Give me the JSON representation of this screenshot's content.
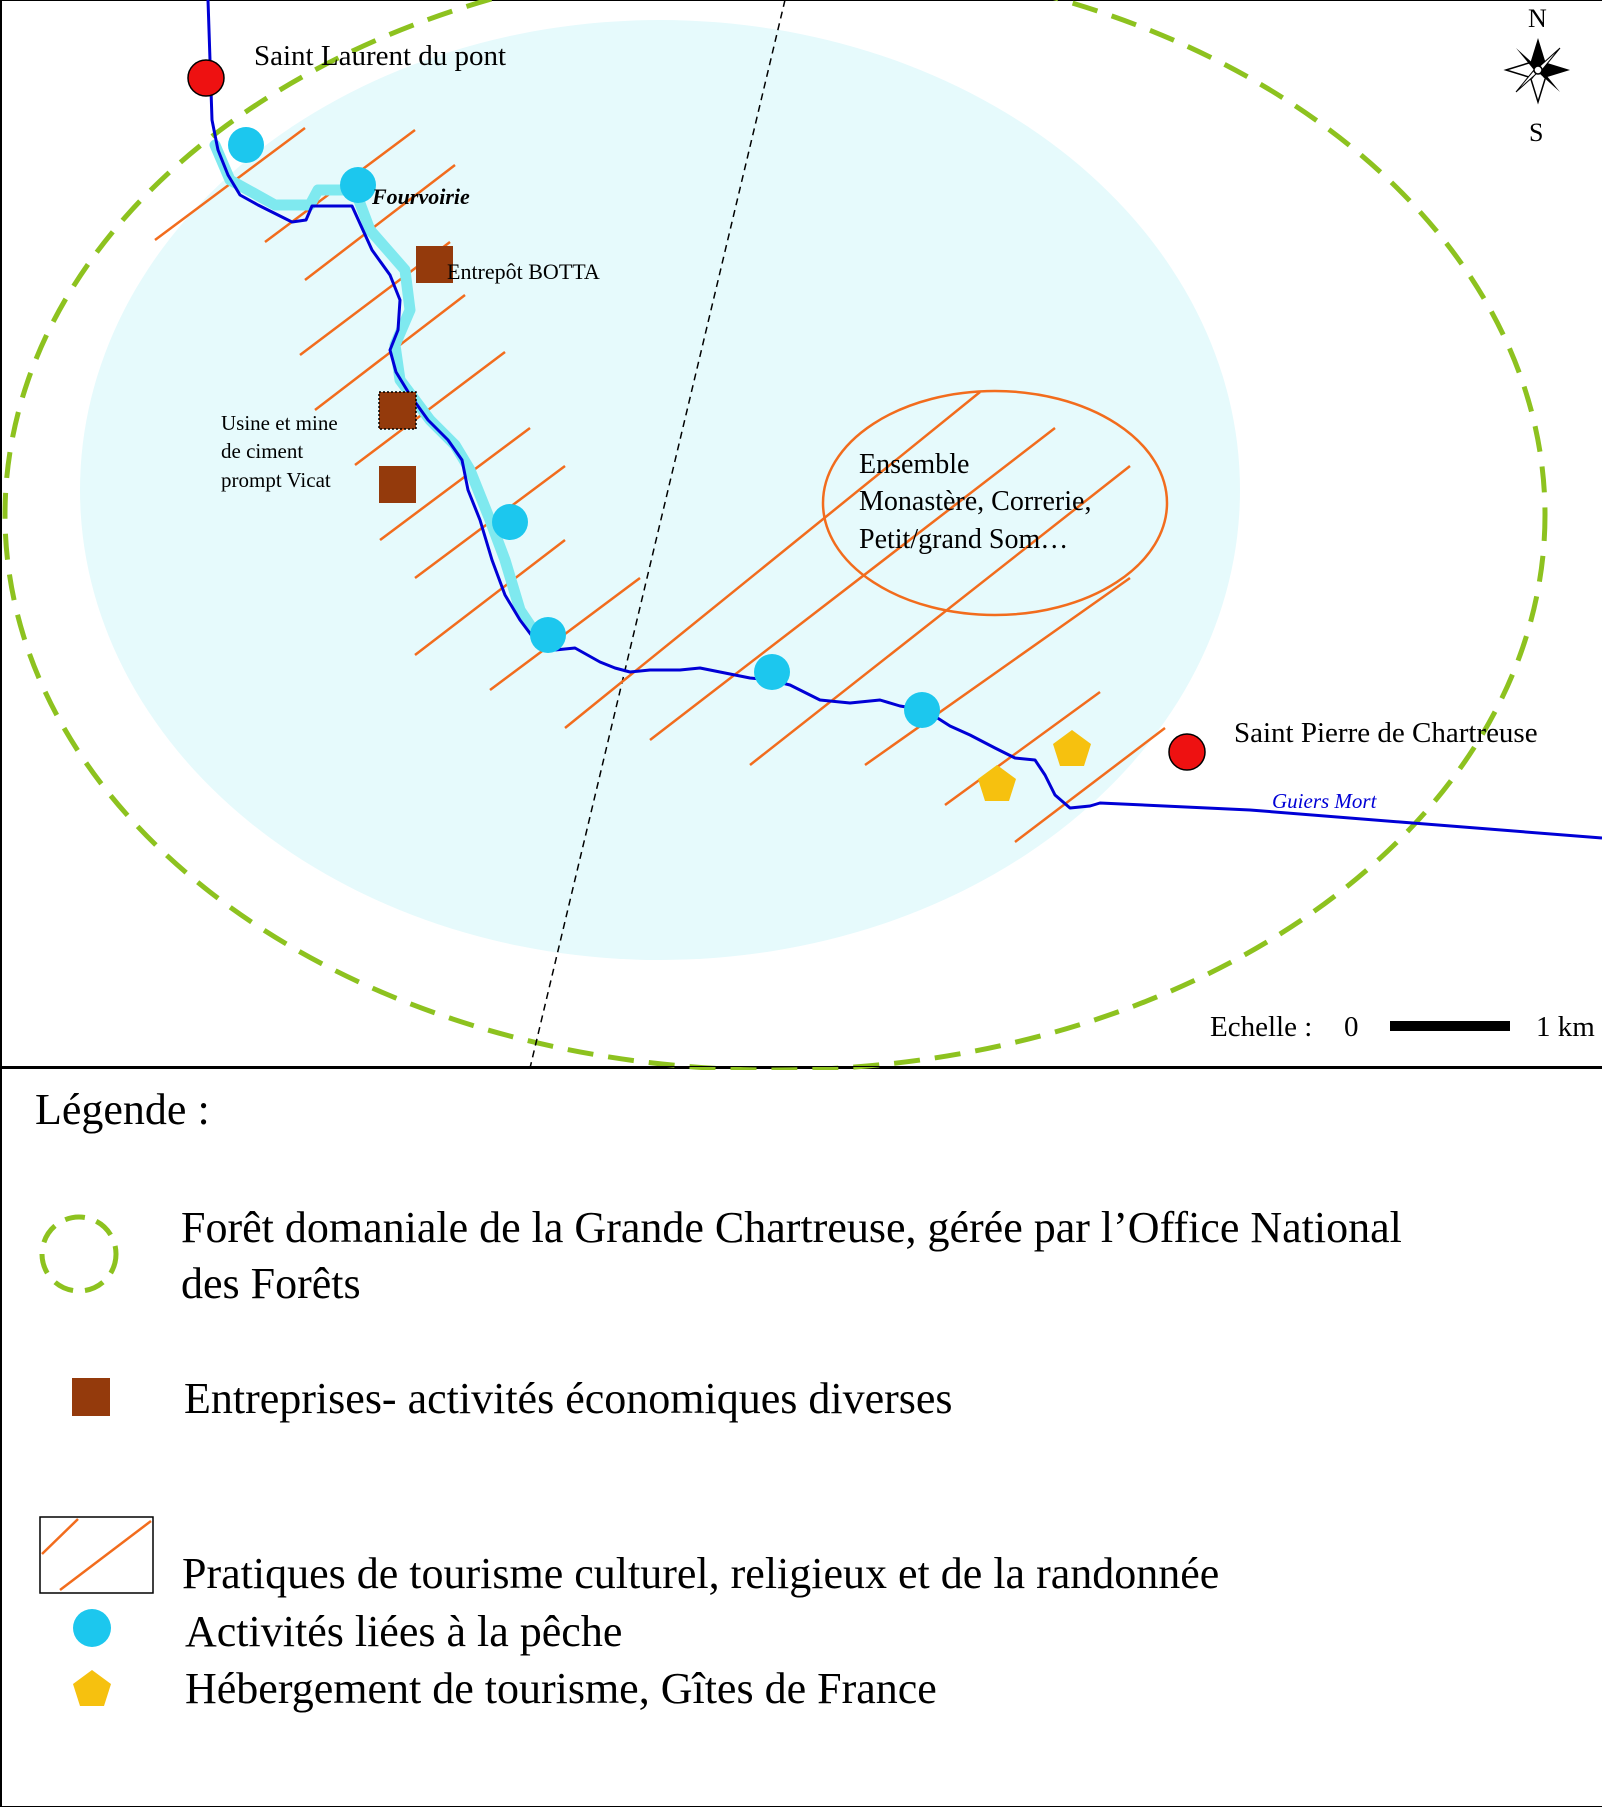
{
  "map": {
    "places": {
      "saint_laurent": "Saint Laurent du pont",
      "saint_pierre": "Saint Pierre de Chartreuse",
      "fourvoirie": "Fourvoirie",
      "entrepot": "Entrepôt BOTTA",
      "usine_line1": "Usine et mine",
      "usine_line2": "de ciment",
      "usine_line3": "prompt Vicat",
      "ensemble_line1": "Ensemble",
      "ensemble_line2": "Monastère, Correrie,",
      "ensemble_line3": "Petit/grand Som…",
      "river": "Guiers Mort"
    },
    "compass": {
      "north": "N",
      "south": "S"
    },
    "scale": {
      "label": "Echelle :",
      "start": "0",
      "end": "1 km"
    },
    "colors": {
      "forest_boundary": "#8dc21f",
      "zone_fill": "#e6fafc",
      "river": "#0000d6",
      "river_highlight": "#7fe9ef",
      "tourism_hatch": "#f26c1d",
      "fishing": "#1cc7ee",
      "lodging": "#f6c10f",
      "enterprise": "#943a0c",
      "town": "#ee1111"
    }
  },
  "legend": {
    "title": "Légende :",
    "items": {
      "forest_line1": "Forêt domaniale de la Grande Chartreuse, gérée par l’Office National",
      "forest_line2": "des Forêts",
      "enterprises": "Entreprises- activités économiques diverses",
      "tourism": "Pratiques de tourisme culturel, religieux et de la randonnée",
      "fishing": "Activités liées à la pêche",
      "lodging": "Hébergement de tourisme, Gîtes de France"
    }
  }
}
